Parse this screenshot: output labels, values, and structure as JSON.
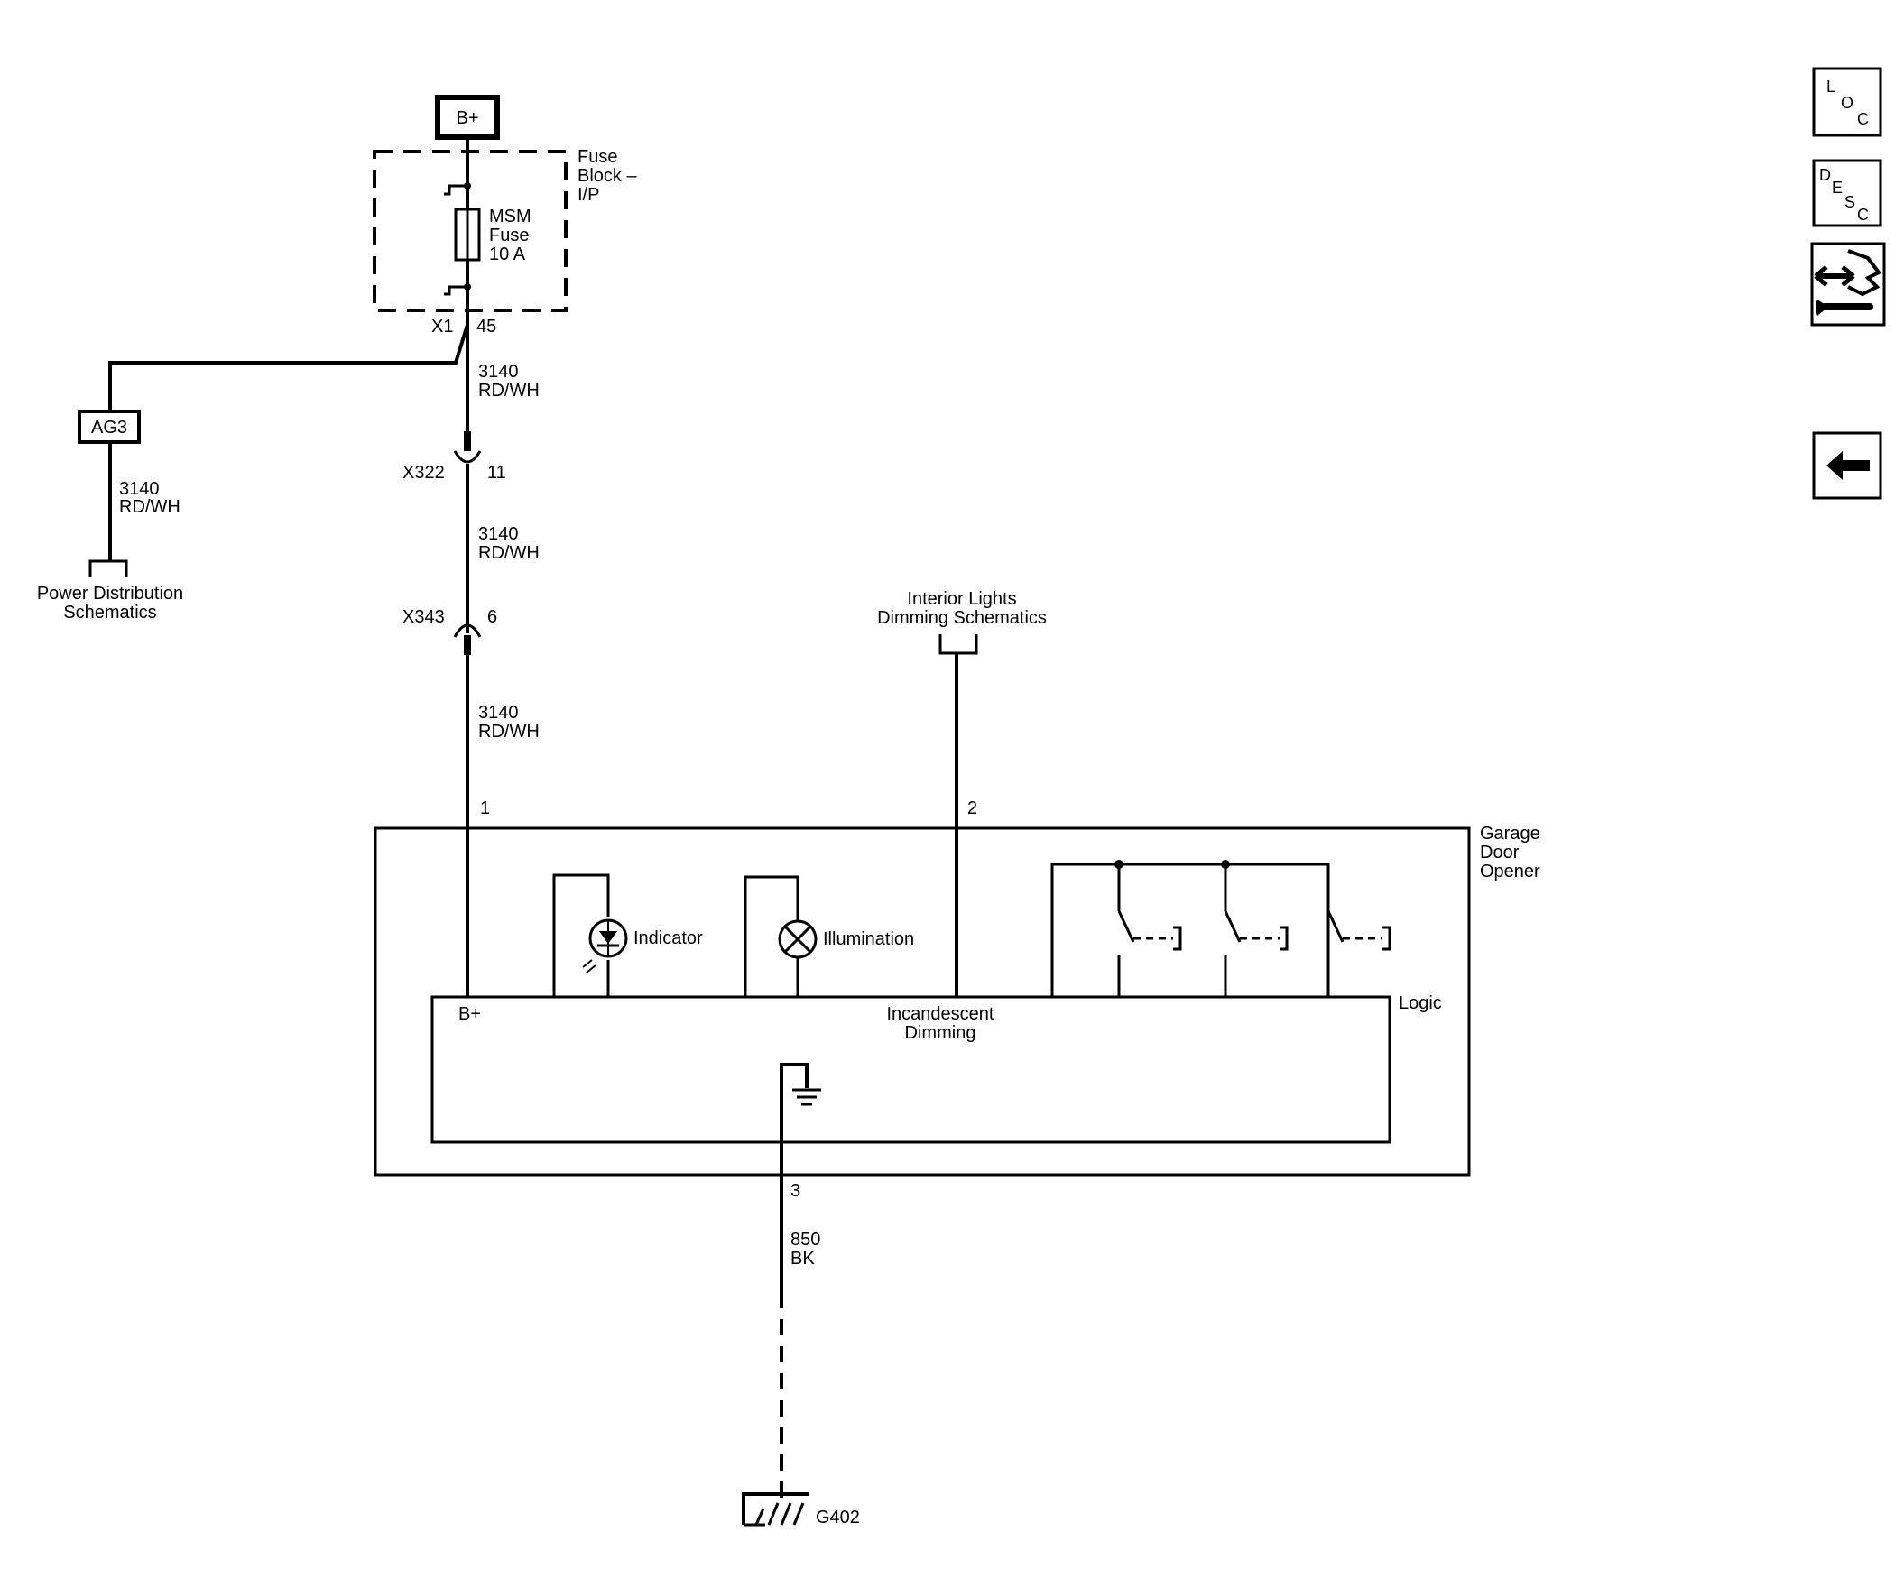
{
  "power": {
    "label": "B+"
  },
  "fuse_block": {
    "label_line1": "Fuse",
    "label_line2": "Block –",
    "label_line3": "I/P"
  },
  "fuse": {
    "line1": "MSM",
    "line2": "Fuse",
    "line3": "10 A"
  },
  "fuse_connector": {
    "name": "X1",
    "pin": "45"
  },
  "splice": {
    "label": "AG3"
  },
  "wires": {
    "w1": {
      "circuit": "3140",
      "color": "RD/WH"
    },
    "w2": {
      "circuit": "3140",
      "color": "RD/WH"
    },
    "w3": {
      "circuit": "3140",
      "color": "RD/WH"
    },
    "w4": {
      "circuit": "3140",
      "color": "RD/WH"
    },
    "ground": {
      "circuit": "850",
      "color": "BK"
    }
  },
  "power_distribution": {
    "line1": "Power Distribution",
    "line2": "Schematics"
  },
  "connector_x322": {
    "name": "X322",
    "pin": "11"
  },
  "connector_x343": {
    "name": "X343",
    "pin": "6"
  },
  "interior_lights": {
    "line1": "Interior Lights",
    "line2": "Dimming Schematics"
  },
  "module": {
    "line1": "Garage",
    "line2": "Door",
    "line3": "Opener",
    "pin1": "1",
    "pin2": "2",
    "pin3": "3",
    "indicator": "Indicator",
    "illumination": "Illumination",
    "logic": "Logic",
    "logic_bplus": "B+",
    "dimming_line1": "Incandescent",
    "dimming_line2": "Dimming"
  },
  "ground_point": {
    "label": "G402"
  },
  "nav": {
    "loc": {
      "l": "L",
      "o": "O",
      "c": "C"
    },
    "desc": {
      "d": "D",
      "e": "E",
      "s": "S",
      "c": "C"
    }
  },
  "icons": [
    "loc-icon",
    "desc-icon",
    "connector-tool-icon",
    "back-arrow-icon"
  ]
}
